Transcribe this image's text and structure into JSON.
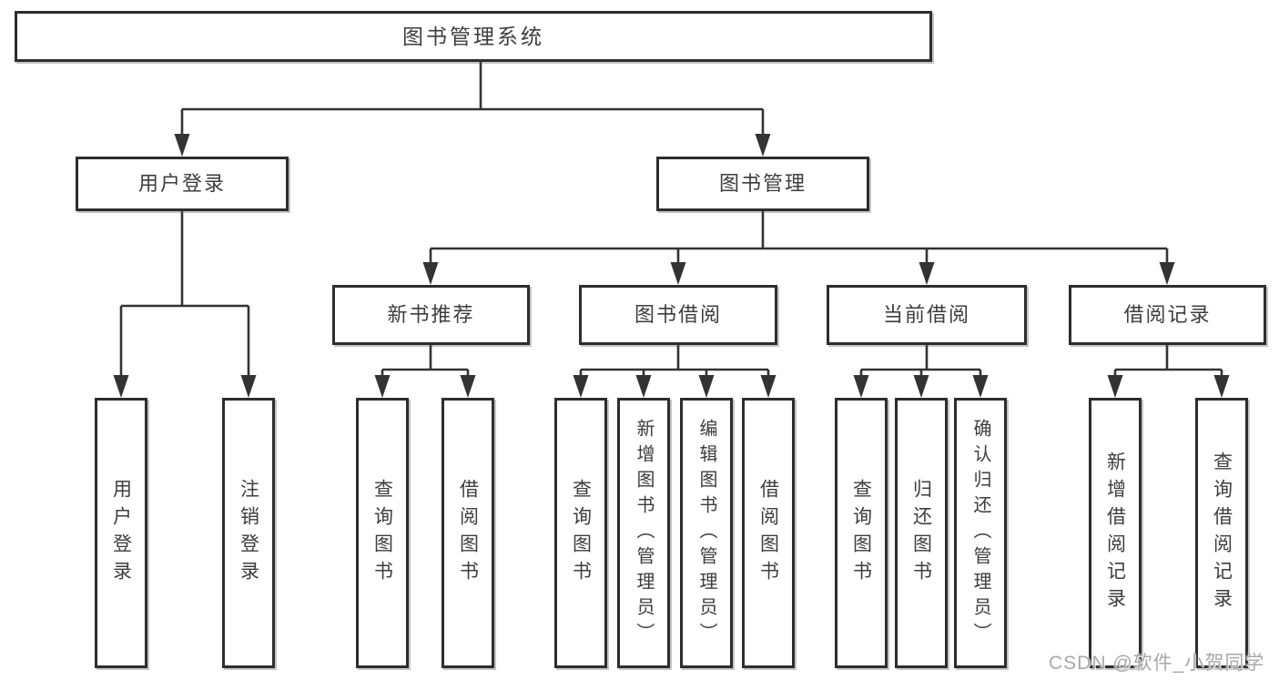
{
  "diagram": {
    "root": {
      "label": "图书管理系统"
    },
    "branches": [
      {
        "label": "用户登录",
        "children": [
          {
            "label": "用户登录"
          },
          {
            "label": "注销登录"
          }
        ]
      },
      {
        "label": "图书管理",
        "children": [
          {
            "label": "新书推荐",
            "children": [
              {
                "label": "查询图书"
              },
              {
                "label": "借阅图书"
              }
            ]
          },
          {
            "label": "图书借阅",
            "children": [
              {
                "label": "查询图书"
              },
              {
                "label": "新增图书（管理员）"
              },
              {
                "label": "编辑图书（管理员）"
              },
              {
                "label": "借阅图书"
              }
            ]
          },
          {
            "label": "当前借阅",
            "children": [
              {
                "label": "查询图书"
              },
              {
                "label": "归还图书"
              },
              {
                "label": "确认归还（管理员）"
              }
            ]
          },
          {
            "label": "借阅记录",
            "children": [
              {
                "label": "新增借阅记录"
              },
              {
                "label": "查询借阅记录"
              }
            ]
          }
        ]
      }
    ]
  },
  "watermark": {
    "text": "CSDN @软件_小贺同学"
  },
  "colors": {
    "line": "#333333",
    "box_border": "#2d2d2d",
    "text": "#3d3d3d",
    "watermark": "#a8a8a8",
    "background": "#ffffff"
  }
}
